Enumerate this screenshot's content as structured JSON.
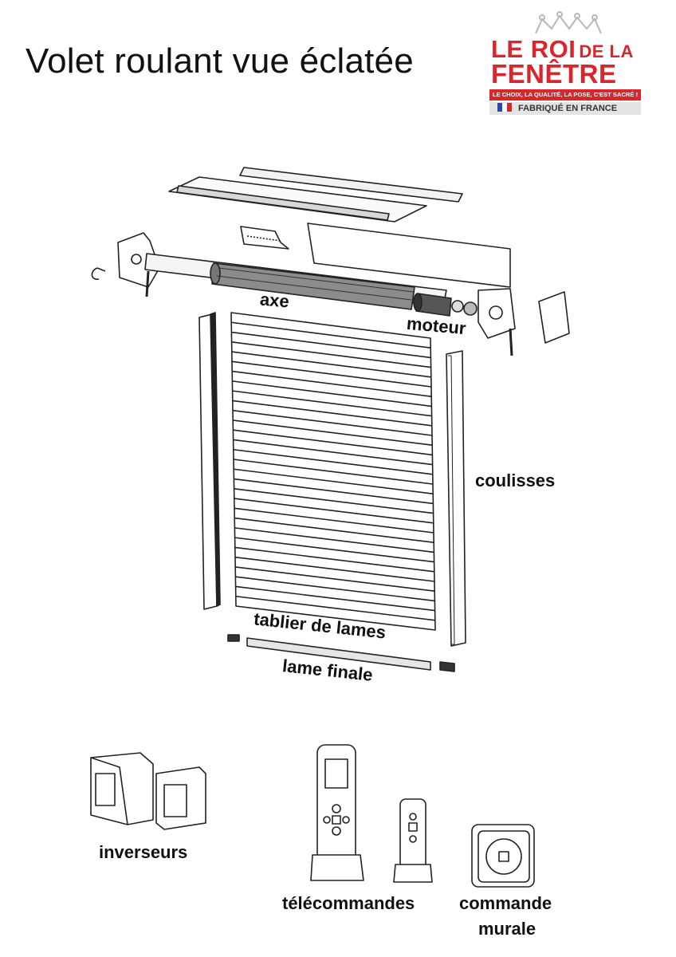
{
  "title": "Volet roulant vue éclatée",
  "logo": {
    "line1_main": "LE ROI",
    "line1_small": "DE LA",
    "line2": "FENÊTRE",
    "slogan": "LE CHOIX, LA QUALITÉ, LA POSE, C'EST SACRÉ !",
    "made_in": "FABRIQUÉ EN FRANCE",
    "brand_color": "#d9262b"
  },
  "labels": {
    "axe": "axe",
    "moteur": "moteur",
    "coulisses": "coulisses",
    "tablier": "tablier de lames",
    "lame_finale": "lame finale",
    "inverseurs": "inverseurs",
    "telecommandes": "télécommandes",
    "commande_line1": "commande",
    "commande_line2": "murale"
  }
}
